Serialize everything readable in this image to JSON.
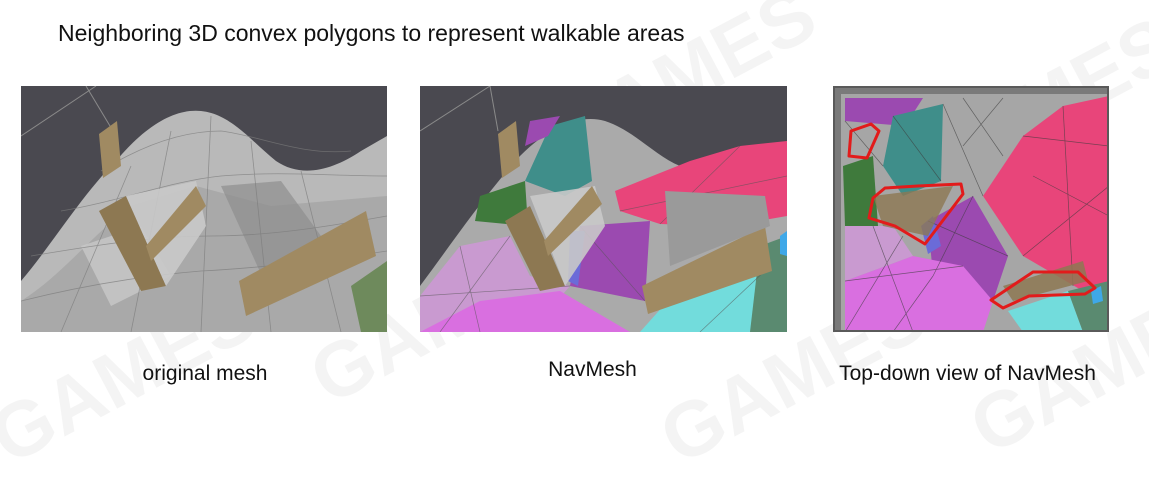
{
  "title": "Neighboring 3D convex polygons to represent walkable areas",
  "watermark": "GAMES",
  "panels": [
    {
      "caption": "original mesh"
    },
    {
      "caption": "NavMesh"
    },
    {
      "caption": "Top-down view of NavMesh"
    }
  ],
  "colors": {
    "sky": "#4a4950",
    "mesh_gray": "#b9b9b9",
    "ramp_tan": "#a08a62",
    "nav_pink": "#e8457a",
    "nav_teal": "#3f8e8a",
    "nav_purple": "#9b4ab0",
    "nav_magenta": "#d96fe0",
    "nav_cyan": "#72dcdc",
    "nav_green": "#3f7a3c",
    "highlight_red": "#e21b1b"
  }
}
